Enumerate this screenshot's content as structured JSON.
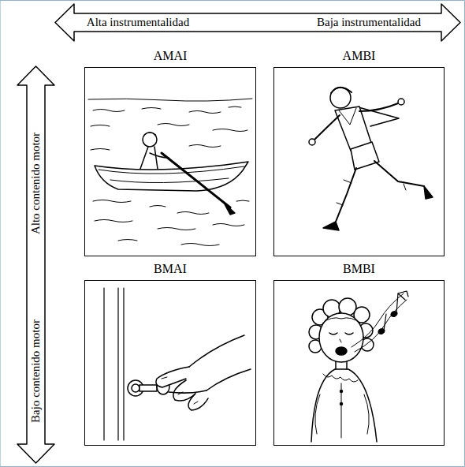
{
  "diagram": {
    "nodes": [
      {
        "text": [
          "AMAI"
        ]
      },
      {
        "text": [
          "AMBI"
        ]
      },
      {
        "text": [
          "BMAI"
        ]
      },
      {
        "text": [
          "BMBI"
        ]
      }
    ],
    "labels": [
      "Alta instrumentalidad",
      "Baja instrumentalidad",
      "Alto contenido motor",
      "Bajo contenido motor"
    ]
  }
}
